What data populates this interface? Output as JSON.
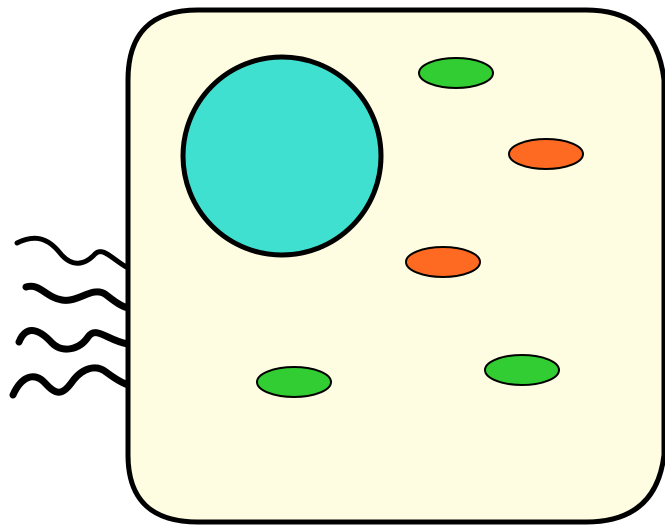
{
  "colors": {
    "background": "#ffffff",
    "cytoplasm": "#fefde2",
    "outline": "#000000",
    "nucleus": "#40e0d0",
    "chloroplast": "#32cd32",
    "mitochondrion": "#ff6a22"
  },
  "cell": {
    "shape": "rounded-square",
    "nucleus_count": 1,
    "flagella_count": 4,
    "organelles": [
      {
        "kind": "chloroplast",
        "color": "#32cd32"
      },
      {
        "kind": "mitochondrion",
        "color": "#ff6a22"
      },
      {
        "kind": "mitochondrion",
        "color": "#ff6a22"
      },
      {
        "kind": "chloroplast",
        "color": "#32cd32"
      },
      {
        "kind": "chloroplast",
        "color": "#32cd32"
      }
    ]
  }
}
